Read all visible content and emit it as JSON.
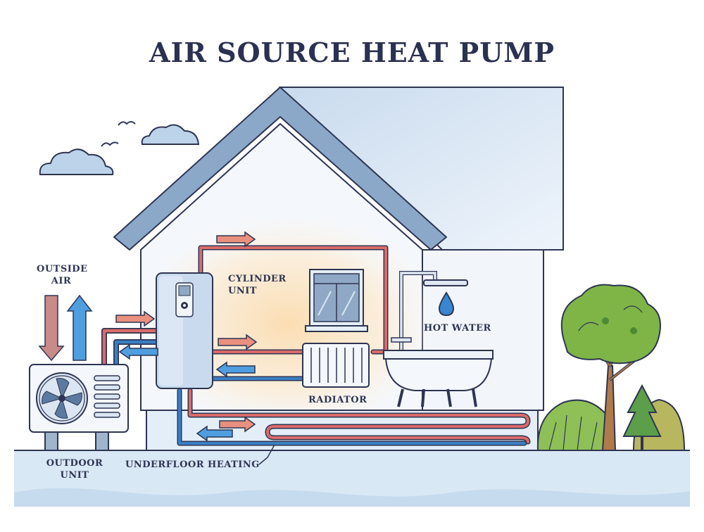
{
  "title": "AIR SOURCE HEAT PUMP",
  "labels": {
    "outside_air_line1": "OUTSIDE",
    "outside_air_line2": "AIR",
    "cylinder_unit_line1": "CYLINDER",
    "cylinder_unit_line2": "UNIT",
    "hot_water": "HOT WATER",
    "radiator": "RADIATOR",
    "outdoor_unit_line1": "OUTDOOR",
    "outdoor_unit_line2": "UNIT",
    "underfloor_heating": "UNDERFLOOR HEATING"
  },
  "icons": [
    "cloud-icon",
    "bird-icon",
    "fan-icon",
    "water-drop-icon",
    "shower-head-icon",
    "tree-icon",
    "control-panel-icon"
  ],
  "colors": {
    "outline": "#2e3552",
    "hot_pipe": "#d96b6b",
    "cold_pipe": "#3b7fc4",
    "hot_arrow": "#e9907f",
    "cold_arrow": "#4f9ee0",
    "house_wall": "#f4f8fd",
    "roof": "#8ca8c9",
    "ground": "#d9e8f5",
    "warm_glow": "#fbe6c6",
    "tree_green": "#7fb547"
  }
}
